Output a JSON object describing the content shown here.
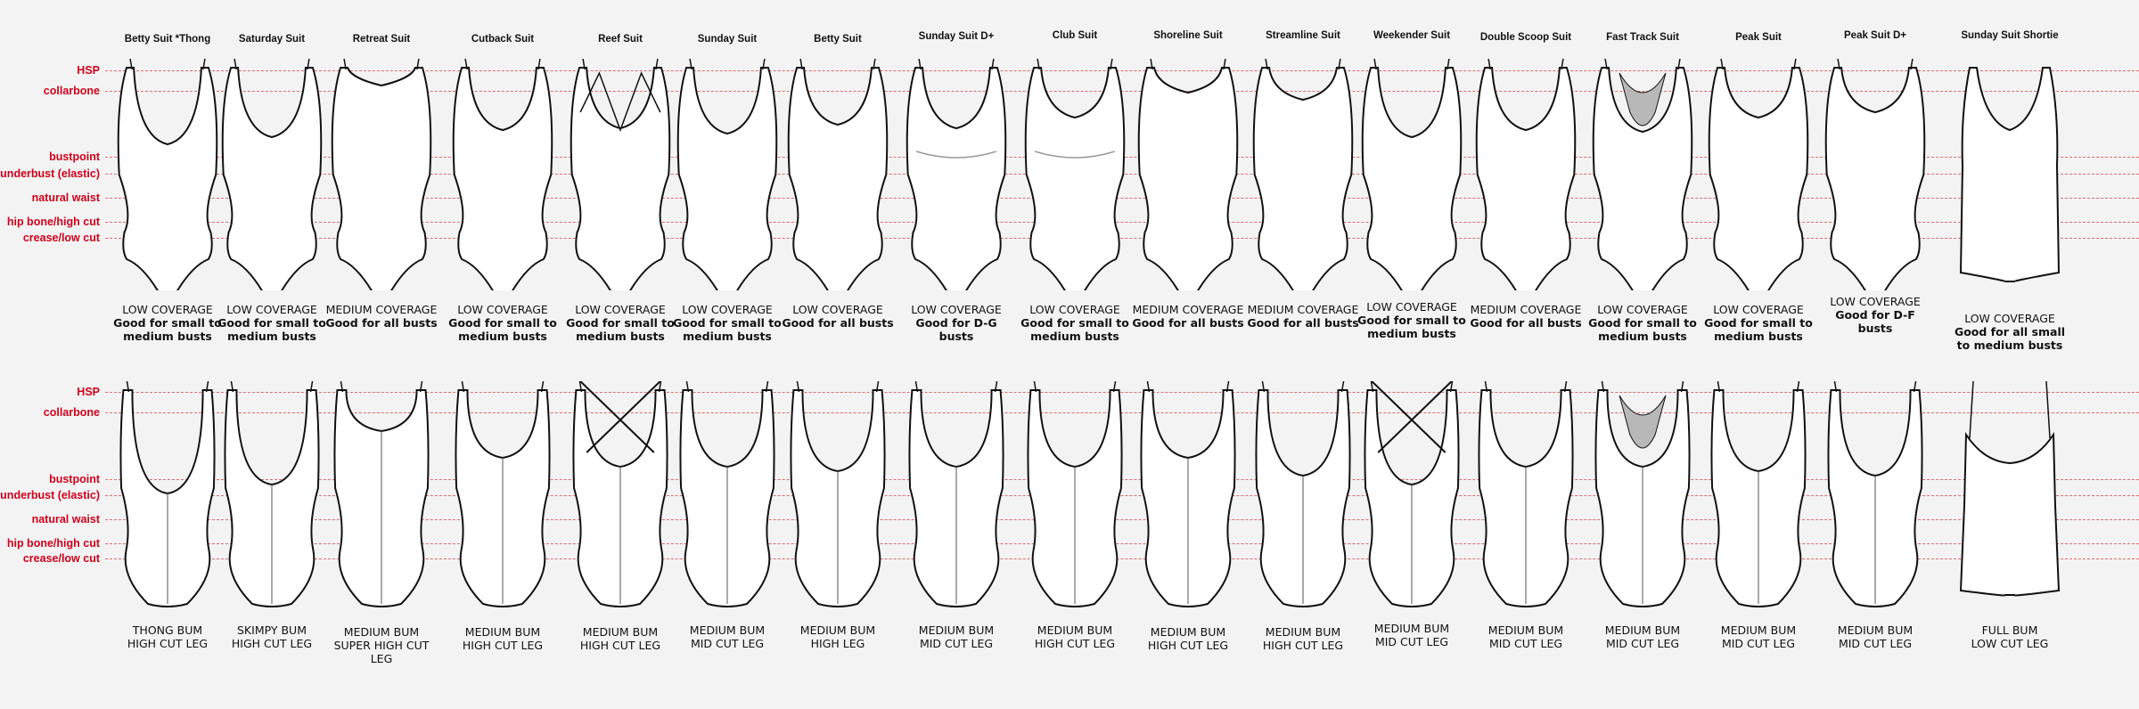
{
  "guides": [
    "HSP",
    "collarbone",
    "bustpoint",
    "underbust (elastic)",
    "natural waist",
    "hip bone/high cut",
    "crease/low cut"
  ],
  "suits": [
    {
      "name": "Betty Suit *Thong",
      "front": {
        "coverage": "LOW COVERAGE",
        "fit": "Good for small to medium busts"
      },
      "back": [
        "THONG BUM",
        "HIGH CUT LEG"
      ]
    },
    {
      "name": "Saturday Suit",
      "front": {
        "coverage": "LOW COVERAGE",
        "fit": "Good for small to medium busts"
      },
      "back": [
        "SKIMPY BUM",
        "HIGH CUT LEG"
      ]
    },
    {
      "name": "Retreat Suit",
      "front": {
        "coverage": "MEDIUM COVERAGE",
        "fit": "Good for all busts"
      },
      "back": [
        "MEDIUM BUM",
        "SUPER HIGH CUT LEG"
      ]
    },
    {
      "name": "Cutback Suit",
      "front": {
        "coverage": "LOW COVERAGE",
        "fit": "Good for small to medium busts"
      },
      "back": [
        "MEDIUM BUM",
        "HIGH CUT LEG"
      ]
    },
    {
      "name": "Reef Suit",
      "front": {
        "coverage": "LOW COVERAGE",
        "fit": "Good for small to medium busts"
      },
      "back": [
        "MEDIUM BUM",
        "HIGH CUT LEG"
      ]
    },
    {
      "name": "Sunday Suit",
      "front": {
        "coverage": "LOW COVERAGE",
        "fit": "Good for small to medium busts"
      },
      "back": [
        "MEDIUM BUM",
        "MID CUT LEG"
      ]
    },
    {
      "name": "Betty Suit",
      "front": {
        "coverage": "LOW COVERAGE",
        "fit": "Good for all busts"
      },
      "back": [
        "MEDIUM BUM",
        "HIGH LEG"
      ]
    },
    {
      "name": "Sunday Suit D+",
      "front": {
        "coverage": "LOW COVERAGE",
        "fit": "Good for D-G busts"
      },
      "back": [
        "MEDIUM BUM",
        "MID CUT LEG"
      ]
    },
    {
      "name": "Club Suit",
      "front": {
        "coverage": "LOW COVERAGE",
        "fit": "Good for small to medium busts"
      },
      "back": [
        "MEDIUM BUM",
        "HIGH CUT LEG"
      ]
    },
    {
      "name": "Shoreline Suit",
      "front": {
        "coverage": "MEDIUM COVERAGE",
        "fit": "Good for all busts"
      },
      "back": [
        "MEDIUM BUM",
        "HIGH CUT LEG"
      ]
    },
    {
      "name": "Streamline Suit",
      "front": {
        "coverage": "MEDIUM COVERAGE",
        "fit": "Good for all busts"
      },
      "back": [
        "MEDIUM BUM",
        "HIGH CUT LEG"
      ]
    },
    {
      "name": "Weekender Suit",
      "front": {
        "coverage": "LOW COVERAGE",
        "fit": "Good for small to medium busts"
      },
      "back": [
        "MEDIUM BUM",
        "MID CUT LEG"
      ]
    },
    {
      "name": "Double Scoop Suit",
      "front": {
        "coverage": "MEDIUM COVERAGE",
        "fit": "Good for all busts"
      },
      "back": [
        "MEDIUM BUM",
        "MID CUT LEG"
      ]
    },
    {
      "name": "Fast Track Suit",
      "front": {
        "coverage": "LOW COVERAGE",
        "fit": "Good for small to medium busts"
      },
      "back": [
        "MEDIUM BUM",
        "MID CUT LEG"
      ]
    },
    {
      "name": "Peak Suit",
      "front": {
        "coverage": "LOW COVERAGE",
        "fit": "Good for small to medium busts"
      },
      "back": [
        "MEDIUM BUM",
        "MID CUT LEG"
      ]
    },
    {
      "name": "Peak Suit D+",
      "front": {
        "coverage": "LOW COVERAGE",
        "fit": "Good for D-F busts"
      },
      "back": [
        "MEDIUM BUM",
        "MID CUT LEG"
      ]
    },
    {
      "name": "Sunday Suit Shortie",
      "front": {
        "coverage": "LOW COVERAGE",
        "fit": "Good for all small to medium busts"
      },
      "back": [
        "FULL  BUM",
        "LOW CUT LEG"
      ]
    }
  ],
  "colors": {
    "guide": "#d0021b",
    "guide_line": "#e36a6a",
    "outline": "#111111",
    "fill": "#ffffff",
    "mesh": "#b8b8b8",
    "background": "#f3f3f3"
  }
}
